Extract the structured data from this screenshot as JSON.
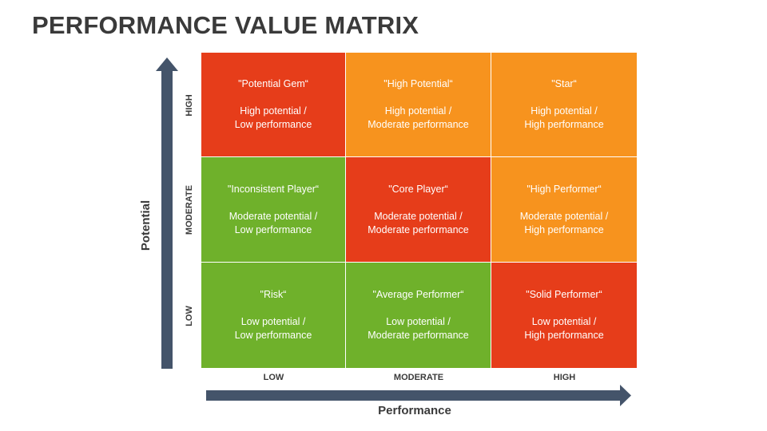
{
  "title": "PERFORMANCE VALUE MATRIX",
  "colors": {
    "red": "#e63d1a",
    "orange": "#f7931e",
    "green": "#6fb12b",
    "axis": "#44546a"
  },
  "y_axis": {
    "title": "Potential",
    "levels": [
      "HIGH",
      "MODERATE",
      "LOW"
    ]
  },
  "x_axis": {
    "title": "Performance",
    "levels": [
      "LOW",
      "MODERATE",
      "HIGH"
    ]
  },
  "cells": [
    {
      "name": "\"Potential Gem“",
      "desc": "High potential /\nLow performance",
      "color": "red"
    },
    {
      "name": "\"High Potential“",
      "desc": "High potential /\nModerate performance",
      "color": "orange"
    },
    {
      "name": "\"Star“",
      "desc": "High potential /\nHigh performance",
      "color": "orange"
    },
    {
      "name": "\"Inconsistent Player“",
      "desc": "Moderate potential /\nLow performance",
      "color": "green"
    },
    {
      "name": "\"Core Player“",
      "desc": "Moderate potential /\nModerate performance",
      "color": "red"
    },
    {
      "name": "\"High Performer“",
      "desc": "Moderate potential /\nHigh performance",
      "color": "orange"
    },
    {
      "name": "\"Risk“",
      "desc": "Low potential /\nLow performance",
      "color": "green"
    },
    {
      "name": "\"Average Performer“",
      "desc": "Low potential /\nModerate performance",
      "color": "green"
    },
    {
      "name": "\"Solid Performer“",
      "desc": "Low potential /\nHigh performance",
      "color": "red"
    }
  ]
}
